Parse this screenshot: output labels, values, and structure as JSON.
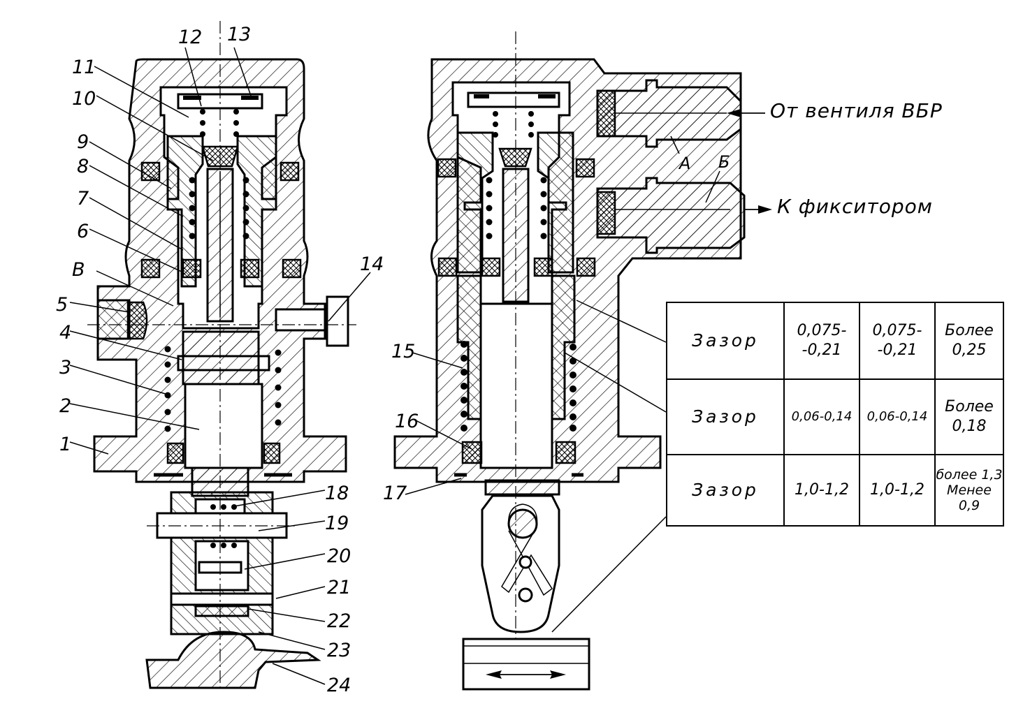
{
  "figure": {
    "type": "sectional assembly drawing",
    "views": [
      "left-section",
      "right-section"
    ]
  },
  "callouts": [
    {
      "id": "1",
      "text": "1"
    },
    {
      "id": "2",
      "text": "2"
    },
    {
      "id": "3",
      "text": "3"
    },
    {
      "id": "4",
      "text": "4"
    },
    {
      "id": "5",
      "text": "5"
    },
    {
      "id": "B",
      "text": "В"
    },
    {
      "id": "6",
      "text": "6"
    },
    {
      "id": "7",
      "text": "7"
    },
    {
      "id": "8",
      "text": "8"
    },
    {
      "id": "9",
      "text": "9"
    },
    {
      "id": "10",
      "text": "10"
    },
    {
      "id": "11",
      "text": "11"
    },
    {
      "id": "12",
      "text": "12"
    },
    {
      "id": "13",
      "text": "13"
    },
    {
      "id": "14",
      "text": "14"
    },
    {
      "id": "15",
      "text": "15"
    },
    {
      "id": "16",
      "text": "16"
    },
    {
      "id": "17",
      "text": "17"
    },
    {
      "id": "18",
      "text": "18"
    },
    {
      "id": "19",
      "text": "19"
    },
    {
      "id": "20",
      "text": "20"
    },
    {
      "id": "21",
      "text": "21"
    },
    {
      "id": "22",
      "text": "22"
    },
    {
      "id": "23",
      "text": "23"
    },
    {
      "id": "24",
      "text": "24"
    }
  ],
  "ports": {
    "A": "А",
    "B": "Б"
  },
  "flow_labels": {
    "inlet": "От вентиля ВБР",
    "outlet": "К фикситором"
  },
  "gap_table": {
    "rows": [
      {
        "name": "Зазор",
        "nominal_1": "0,075-\n-0,21",
        "nominal_2": "0,075-\n-0,21",
        "limit": "Более\n0,25"
      },
      {
        "name": "Зазор",
        "nominal_1": "0,06-0,14",
        "nominal_2": "0,06-0,14",
        "limit": "Более\n0,18"
      },
      {
        "name": "Зазор",
        "nominal_1": "1,0-1,2",
        "nominal_2": "1,0-1,2",
        "limit": "более 1,3\nМенее\n0,9"
      }
    ]
  }
}
